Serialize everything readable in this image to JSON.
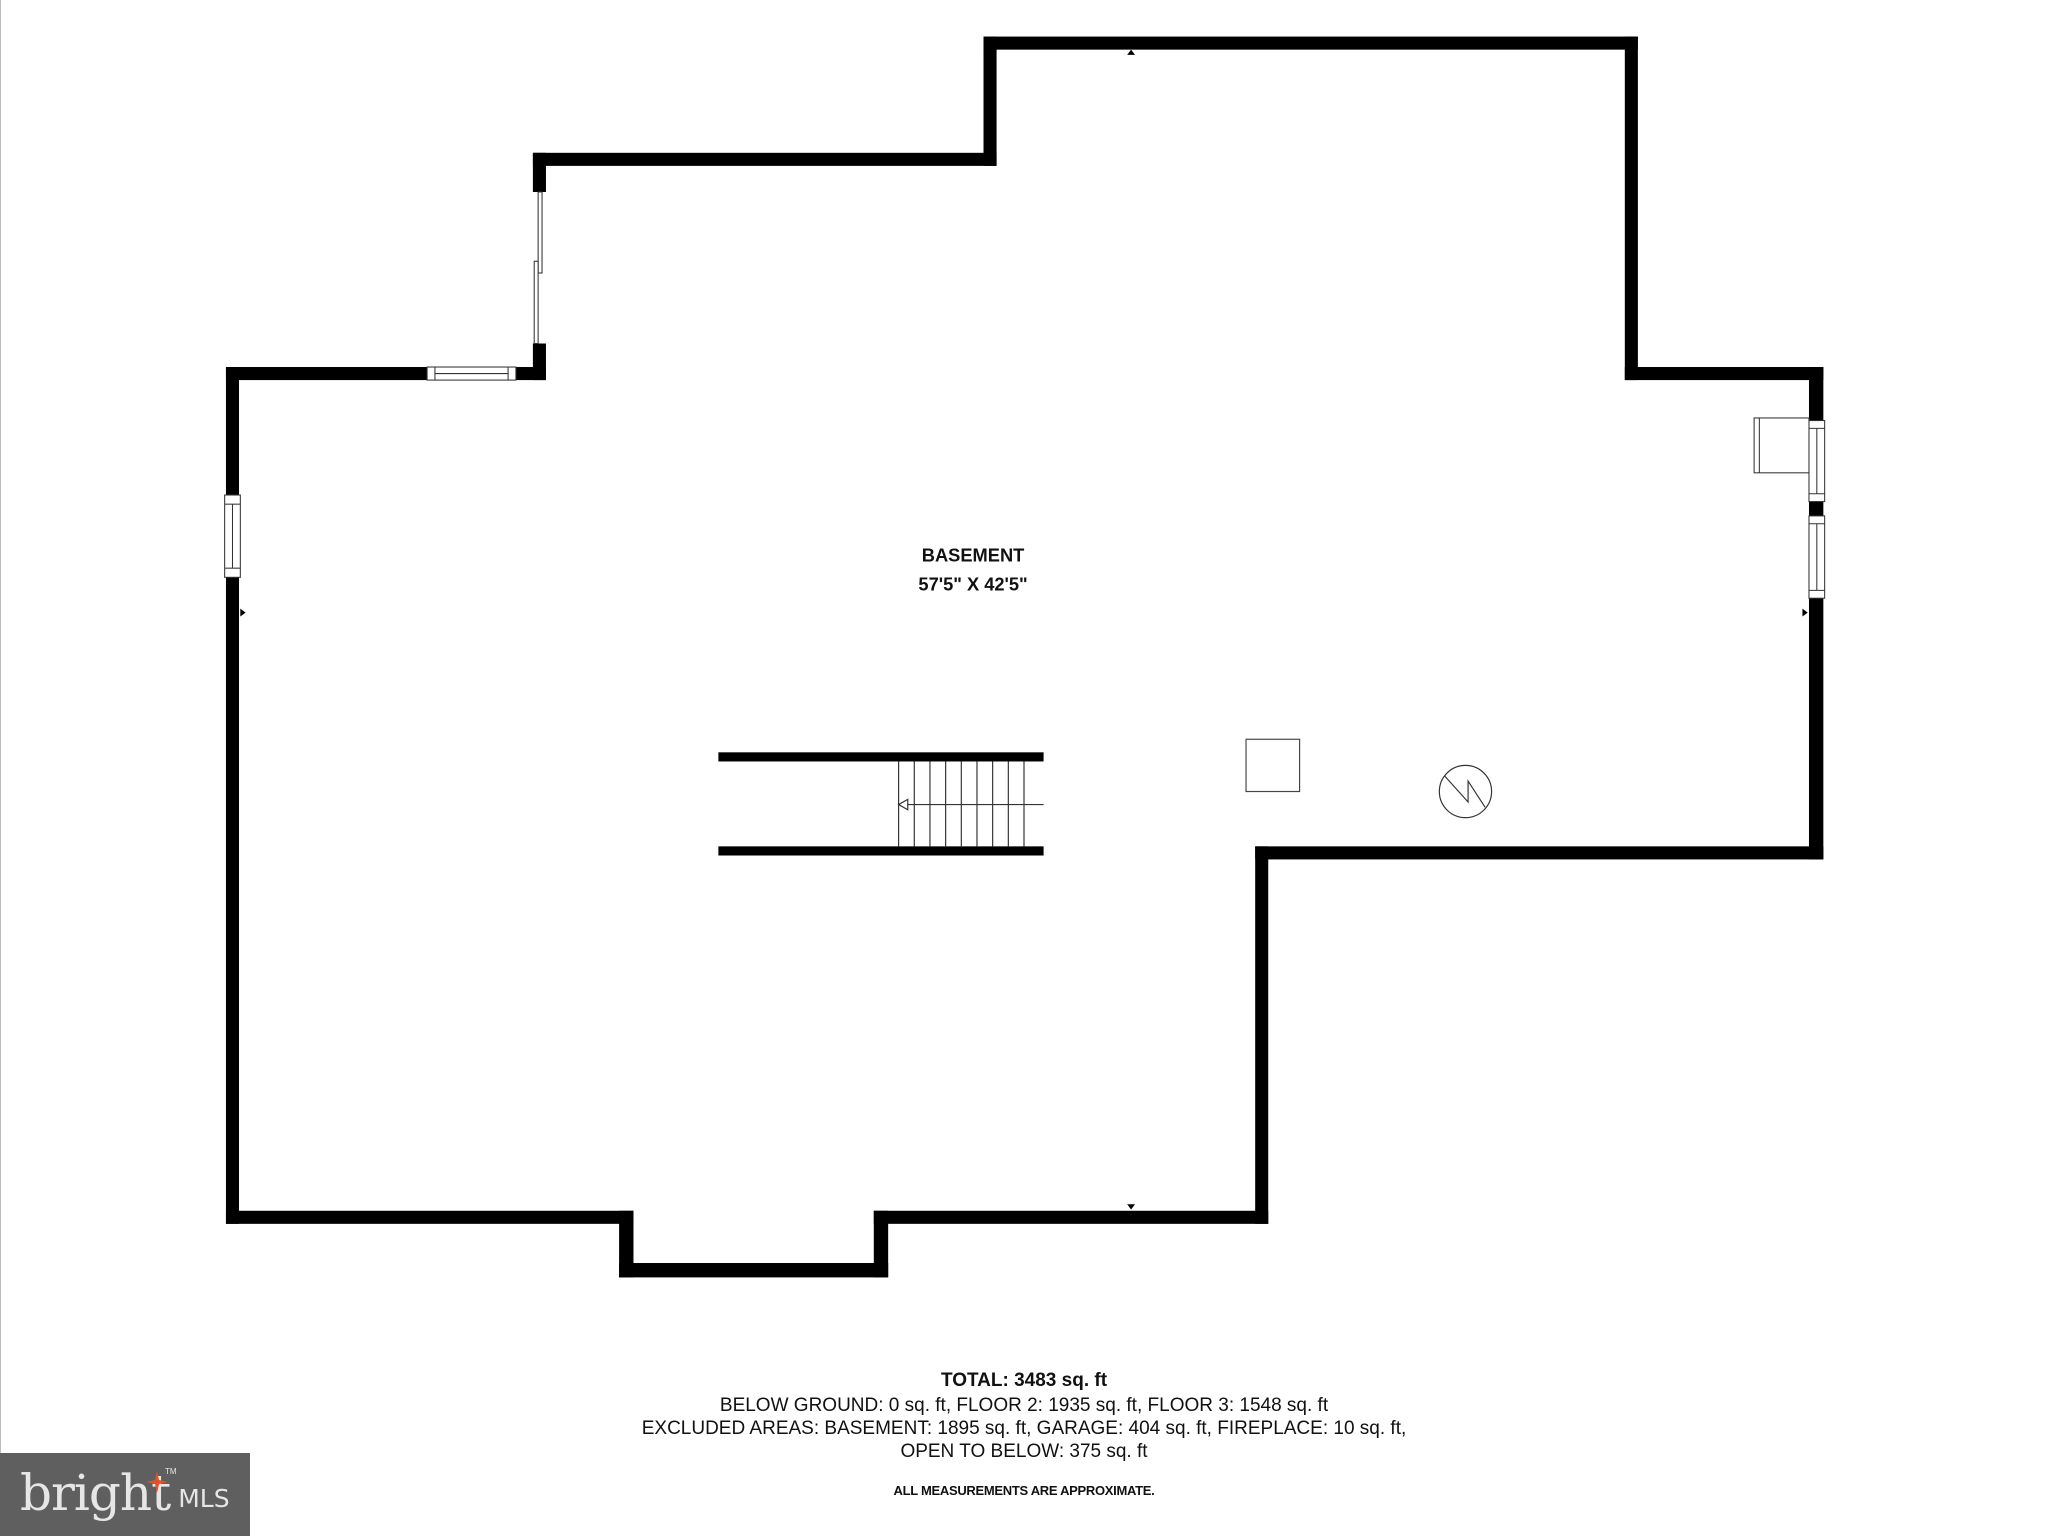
{
  "floorplan": {
    "room": {
      "name": "BASEMENT",
      "dimensions": "57'5\" X 42'5\""
    },
    "fixtures": [
      {
        "type": "stairs",
        "steps": 7,
        "direction": "left"
      },
      {
        "type": "square-fixture"
      },
      {
        "type": "water-heater"
      },
      {
        "type": "window",
        "count": 5
      },
      {
        "type": "sliding-door"
      }
    ],
    "colors": {
      "wall": "#000000",
      "background": "#ffffff"
    }
  },
  "summary": {
    "total": "TOTAL: 3483 sq. ft",
    "line1": "BELOW GROUND: 0 sq. ft, FLOOR 2: 1935 sq. ft, FLOOR 3: 1548 sq. ft",
    "line2": "EXCLUDED AREAS: BASEMENT: 1895 sq. ft, GARAGE: 404 sq. ft, FIREPLACE: 10 sq. ft,",
    "line3": "OPEN TO BELOW: 375 sq. ft",
    "disclaimer": "ALL MEASUREMENTS ARE APPROXIMATE."
  },
  "logo": {
    "word": "bright",
    "suffix": "MLS",
    "trademark": "TM",
    "background": "#5f5f5f",
    "accent": "#e0532a"
  }
}
